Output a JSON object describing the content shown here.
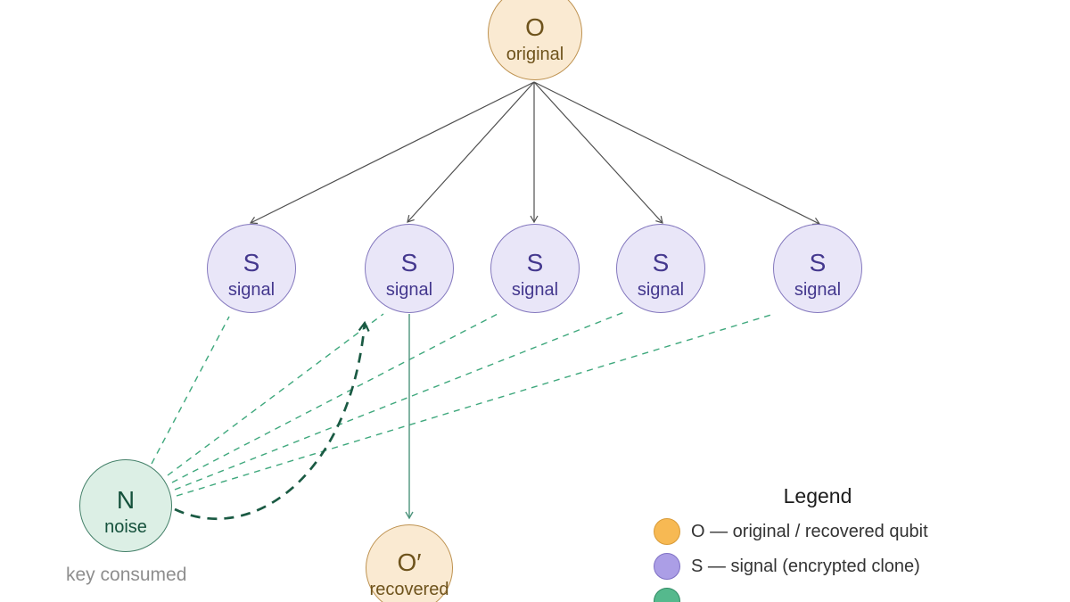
{
  "nodes": {
    "original": {
      "letter": "O",
      "label": "original"
    },
    "signals": [
      {
        "letter": "S",
        "label": "signal"
      },
      {
        "letter": "S",
        "label": "signal"
      },
      {
        "letter": "S",
        "label": "signal"
      },
      {
        "letter": "S",
        "label": "signal"
      },
      {
        "letter": "S",
        "label": "signal"
      }
    ],
    "noise": {
      "letter": "N",
      "label": "noise"
    },
    "recovered": {
      "letter": "O′",
      "label": "recovered"
    }
  },
  "annotations": {
    "key_consumed": "key consumed"
  },
  "legend": {
    "title": "Legend",
    "items": [
      {
        "label": "O — original / recovered qubit",
        "swatch": "#F7B953",
        "swatch_border": "#D89B39"
      },
      {
        "label": "S — signal (encrypted clone)",
        "swatch": "#AB9EE6",
        "swatch_border": "#7F70C4"
      },
      {
        "label": "",
        "swatch": "#55B98D",
        "swatch_border": "#2F8A63"
      }
    ]
  },
  "colors": {
    "node_o_fill": "#FAEAD2",
    "node_o_border": "#BE9250",
    "node_o_text": "#6E531C",
    "node_s_fill": "#E9E6F8",
    "node_s_border": "#8478BE",
    "node_s_text": "#44388E",
    "node_n_fill": "#DCEFE5",
    "node_n_border": "#448069",
    "node_n_text": "#15513C",
    "edge_gray": "#4F4F4F",
    "edge_dashed": "#3FA87D",
    "edge_dashed_bold": "#1A5A43",
    "edge_solid": "#4D947C",
    "annotation_gray": "#8E8E8E",
    "legend_title_color": "#1C1C1C",
    "legend_text_color": "#333333"
  }
}
